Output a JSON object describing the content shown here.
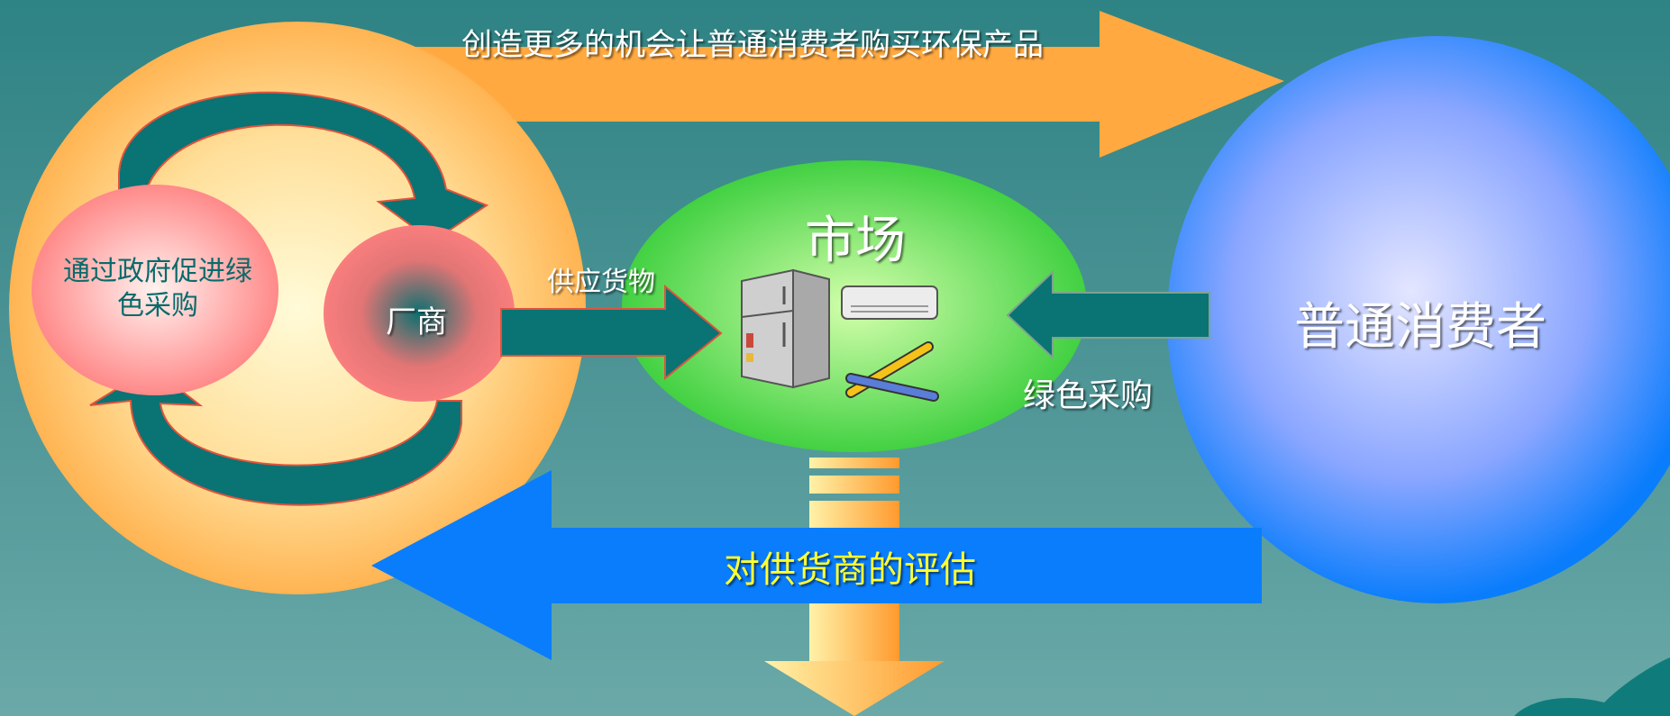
{
  "colors": {
    "background": "#2e8384",
    "orange": "#ffa940",
    "blue": "#0a7dfc",
    "teal": "#0a7374",
    "green": "#3dcc3d",
    "pink": "#ff7f7f",
    "yellow_text": "#ffff33",
    "white_text": "#ffffff"
  },
  "labels": {
    "top_arrow": "创造更多的机会让普通消费者购买环保产品",
    "government": "通过政府促进绿色采购",
    "manufacturer": "厂商",
    "supply_goods": "供应货物",
    "market": "市场",
    "green_purchase": "绿色采购",
    "consumers": "普通消费者",
    "evaluation": "对供货商的评估"
  },
  "icons": [
    "refrigerator-icon",
    "air-conditioner-icon",
    "pencil-icon"
  ]
}
